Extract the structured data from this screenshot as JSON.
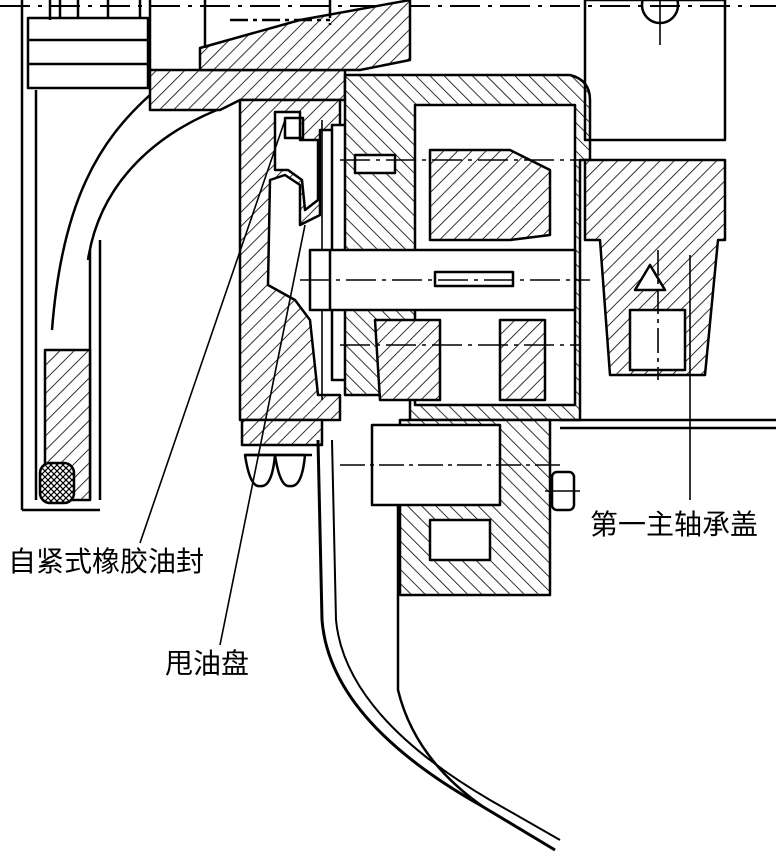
{
  "labels": {
    "seal": "自紧式橡胶油封",
    "oil_disk": "甩油盘",
    "bearing_cover": "第一主轴承盖"
  }
}
